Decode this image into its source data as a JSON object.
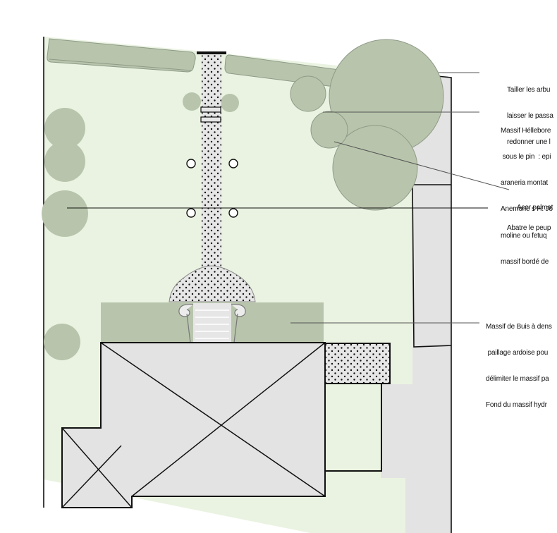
{
  "colors": {
    "lawn": "#eaf3e1",
    "hedge": "#b8c5ac",
    "hedge_stroke": "#8f9a88",
    "built": "#e3e3e3",
    "stroke": "#111111",
    "gravel": "#e6e6e6"
  },
  "annotations": [
    {
      "id": "note-trim-shrubs",
      "lines": [
        "Tailler les arbu",
        "laisser le passa",
        "redonner une l"
      ]
    },
    {
      "id": "note-hellebore",
      "lines": [
        "Massif Héllebore",
        " sous le pin  : epi",
        "araneria montat",
        "Anemone s H. Jo",
        "moline ou fetuq",
        "massif bordé de"
      ]
    },
    {
      "id": "note-acer",
      "lines": [
        "Acer palmat"
      ]
    },
    {
      "id": "note-poplar",
      "lines": [
        "Abatre le peup"
      ]
    },
    {
      "id": "note-boxwood",
      "lines": [
        "Massif de Buis à dens",
        " paillage ardoise pou",
        "délimiter le massif pa",
        "Fond du massif hydr"
      ]
    }
  ]
}
